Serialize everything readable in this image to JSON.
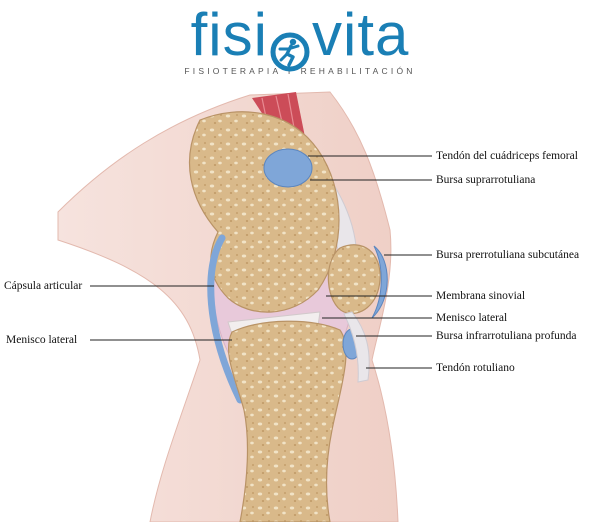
{
  "brand": {
    "name_part1": "fisi",
    "name_part2": "vita",
    "tagline": "FISIOTERAPIA Y REHABILITACIÓN",
    "mark_icon": "running-figure-icon",
    "color": "#1a7fb5"
  },
  "labels": {
    "right": [
      "Tendón del cuádriceps femoral",
      "Bursa suprarrotuliana",
      "Bursa prerrotuliana subcutánea",
      "Membrana sinovial",
      "Menisco lateral",
      "Bursa infrarrotuliana profunda",
      "Tendón rotuliano"
    ],
    "left": [
      "Cápsula articular",
      "Menisco lateral"
    ]
  },
  "colors": {
    "bone": "#d9b98a",
    "bursa": "#7fa6d8",
    "skin": "#f4dcd6",
    "muscle": "#cc4c58",
    "capsule": "#e8c9da"
  }
}
